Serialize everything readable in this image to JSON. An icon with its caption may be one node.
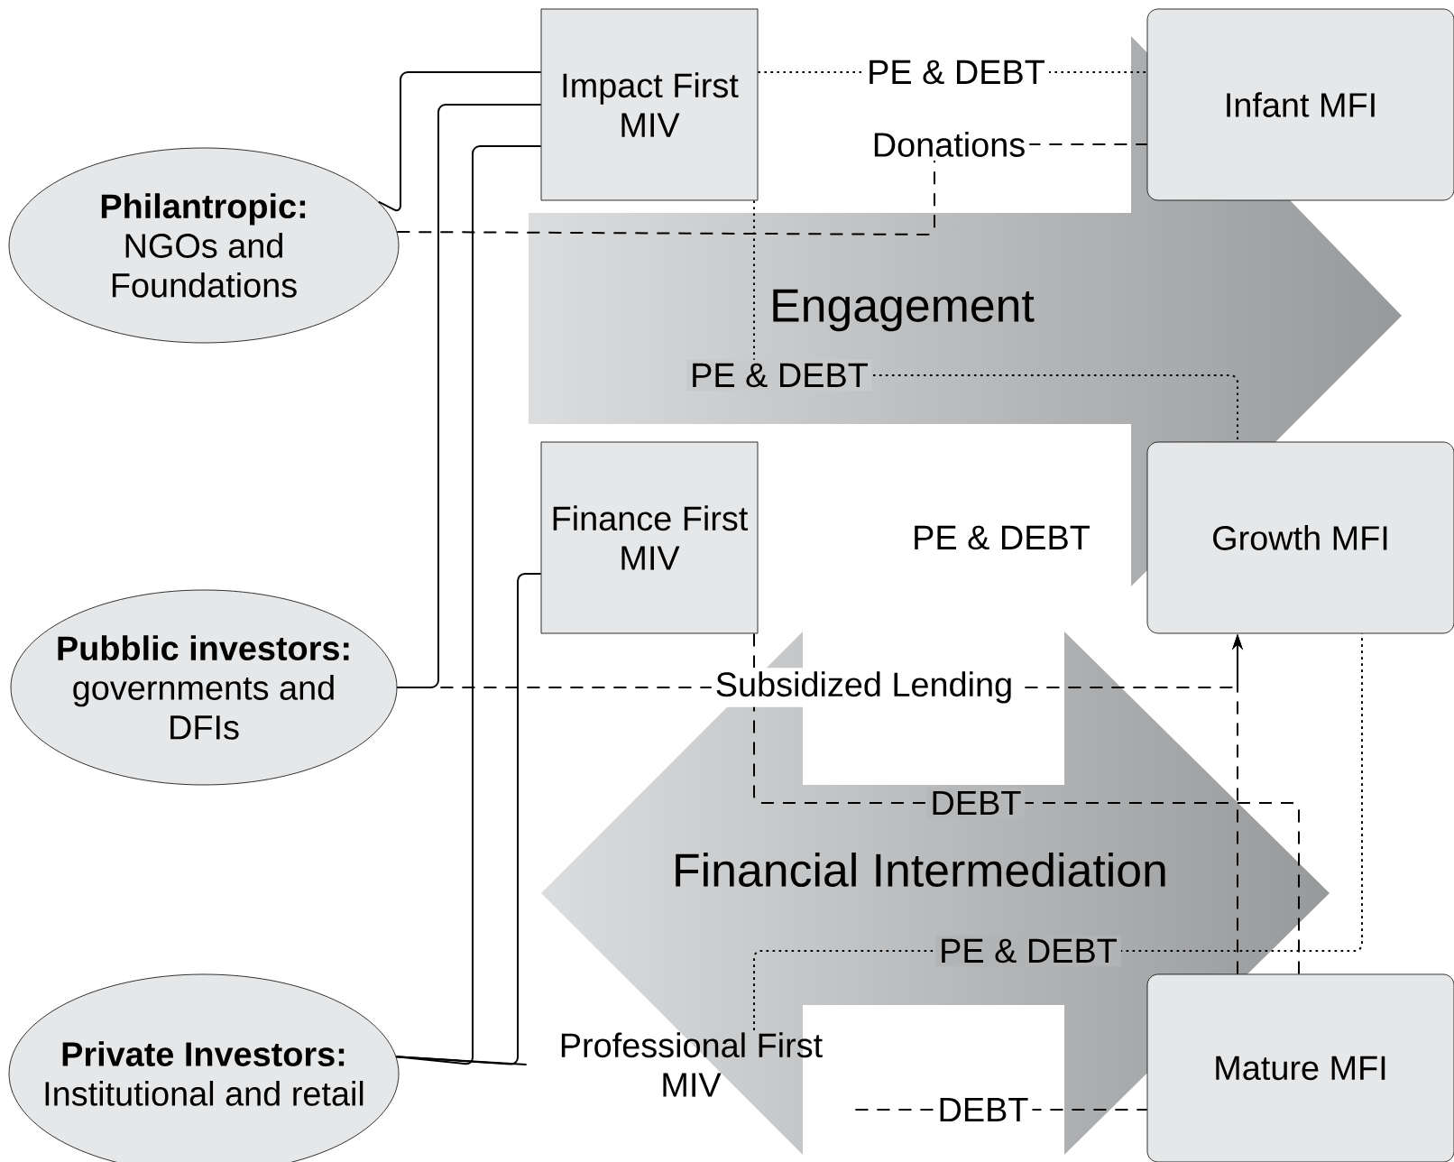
{
  "diagram": {
    "nodes": [
      {
        "text": [
          "Philantropic:",
          "NGOs and Foundations"
        ]
      },
      {
        "text": [
          "Impact First MIV"
        ]
      },
      {
        "text": [
          "Infant MFI"
        ]
      },
      {
        "text": [
          "Finance First MIV"
        ]
      },
      {
        "text": [
          "Growth MFI"
        ]
      },
      {
        "text": [
          "Pubblic investors:",
          "governments and DFIs"
        ]
      },
      {
        "text": [
          "Private Investors:",
          "Institutional and retail"
        ]
      },
      {
        "text": [
          "Professional First MIV"
        ]
      },
      {
        "text": [
          "Mature MFI"
        ]
      },
      {
        "text": [
          "Engagement"
        ]
      },
      {
        "text": [
          "Financial Intermediation"
        ]
      }
    ],
    "edges": [
      {
        "from": 0,
        "to": 1,
        "arrow": "none"
      },
      {
        "from": 5,
        "to": 1,
        "arrow": "none"
      },
      {
        "from": 6,
        "to": 1,
        "arrow": "none"
      },
      {
        "from": 6,
        "to": 3,
        "arrow": "none"
      },
      {
        "from": 6,
        "to": 7,
        "arrow": "none"
      },
      {
        "from": 1,
        "to": 2,
        "arrow": "none",
        "label": "PE & DEBT",
        "style": "dashed"
      },
      {
        "from": 0,
        "to": 2,
        "arrow": "none",
        "label": "Donations",
        "style": "dashed"
      },
      {
        "from": 1,
        "to": 4,
        "arrow": "none",
        "label": "PE & DEBT",
        "style": "dashed"
      },
      {
        "from": 5,
        "to": 4,
        "arrow": "to",
        "label": "Subsidized Lending",
        "style": "dashed"
      },
      {
        "from": 8,
        "to": 4,
        "arrow": "to",
        "style": "dashed"
      },
      {
        "from": 3,
        "to": 8,
        "arrow": "none",
        "label": "DEBT",
        "style": "dashed"
      },
      {
        "from": 7,
        "to": 4,
        "arrow": "none",
        "label": "PE & DEBT",
        "style": "dashed"
      },
      {
        "from": 7,
        "to": 8,
        "arrow": "none",
        "label": "DEBT",
        "style": "dashed"
      }
    ],
    "labels": [
      "PE & DEBT"
    ]
  }
}
